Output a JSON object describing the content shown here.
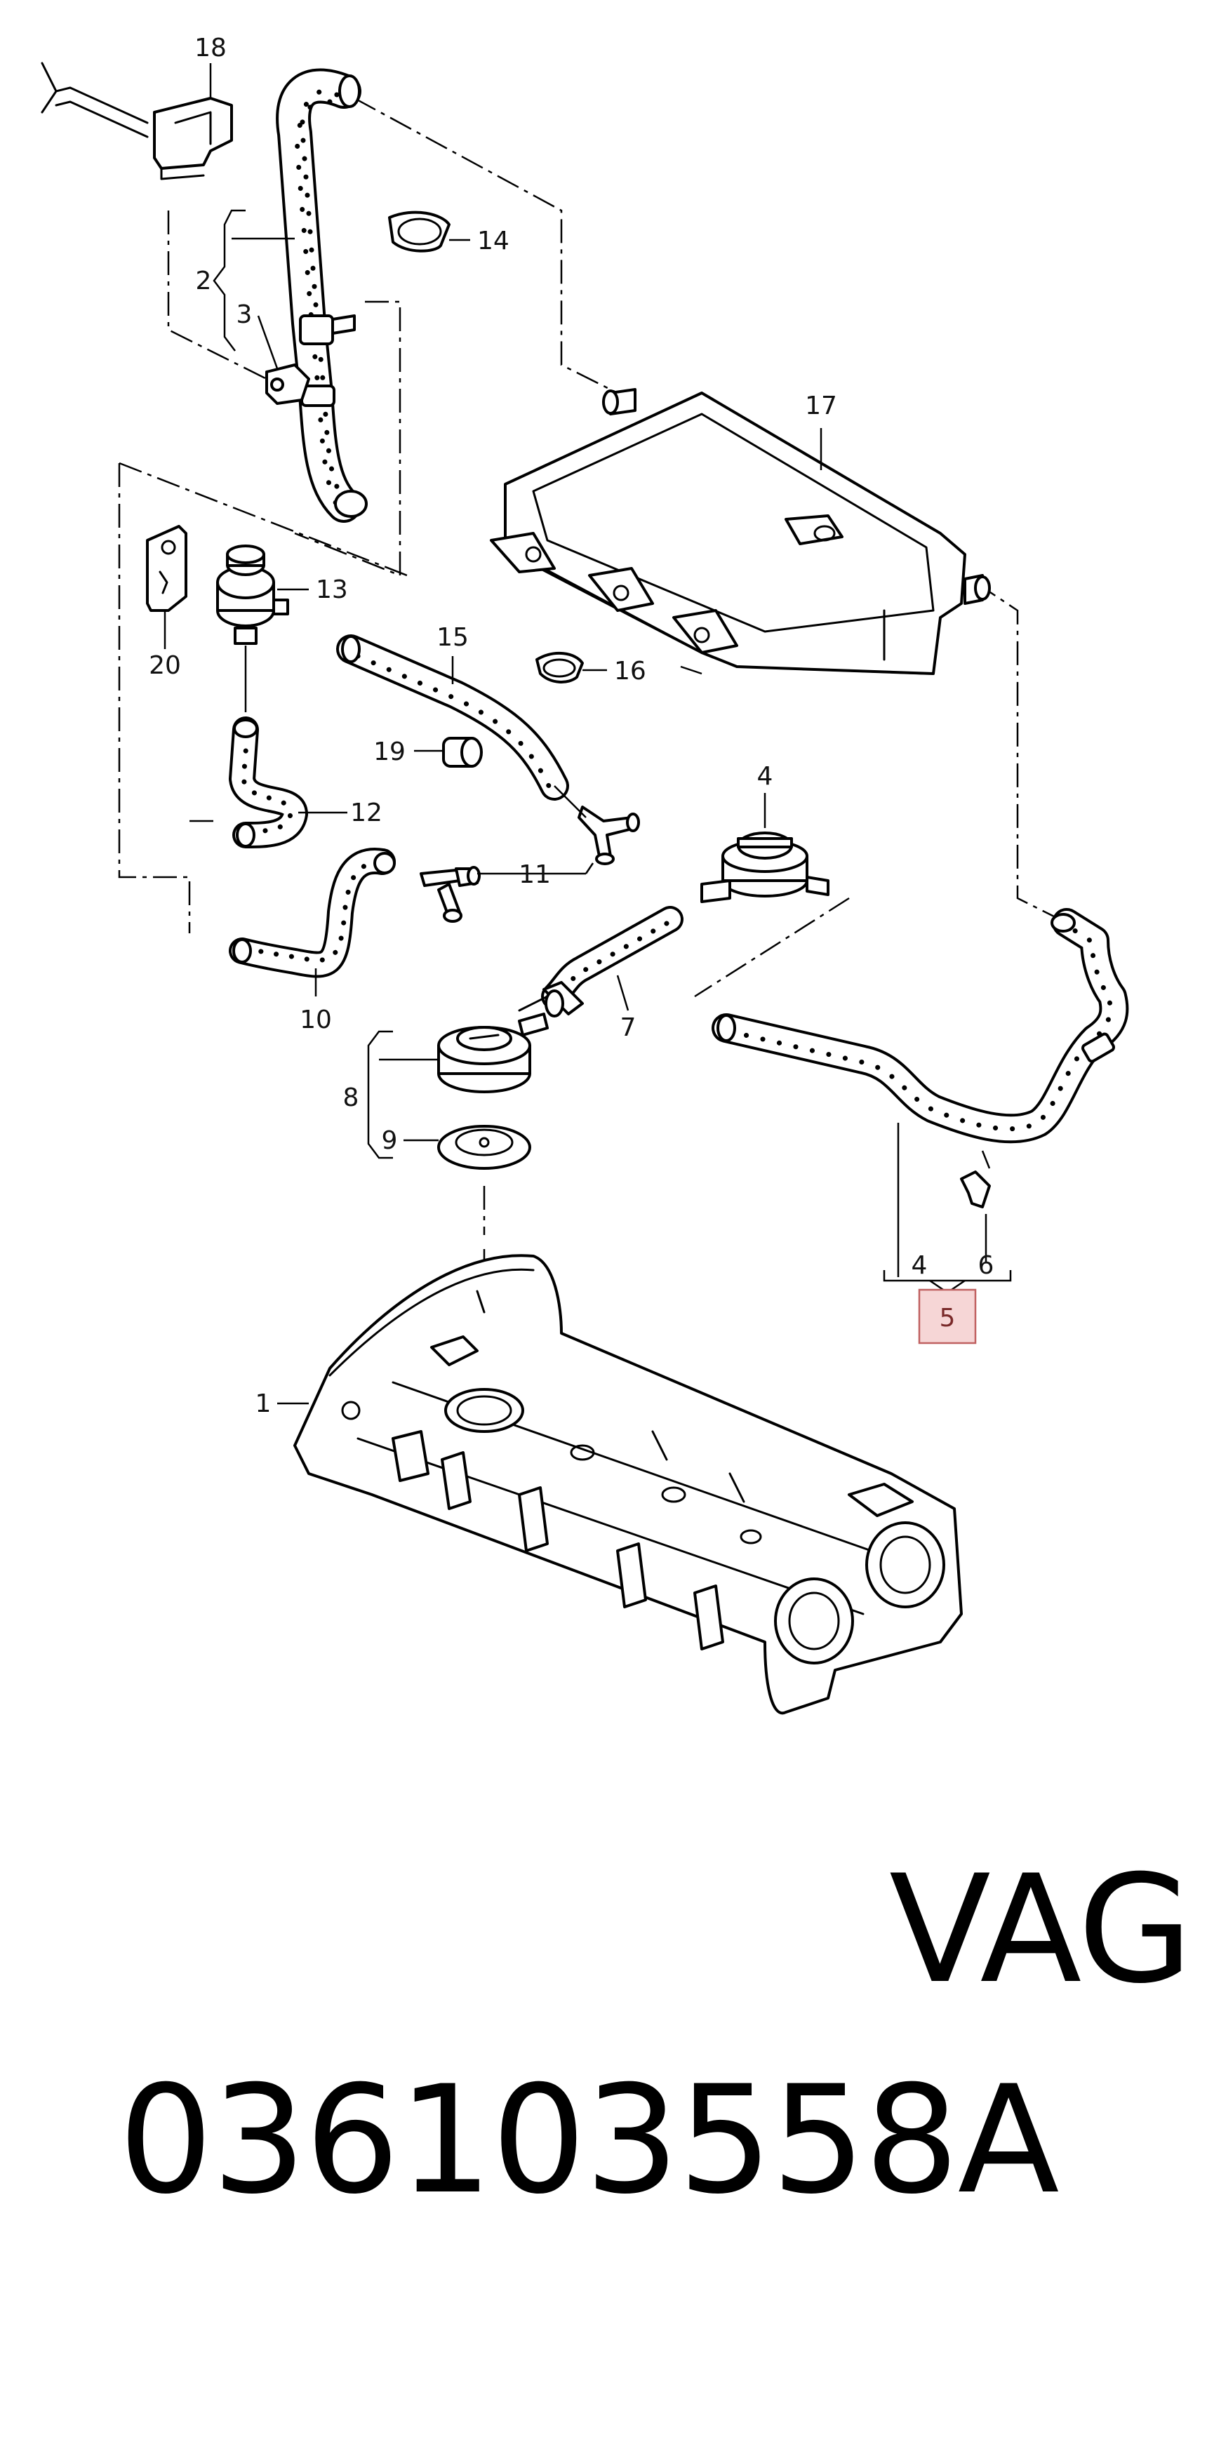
{
  "diagram": {
    "callouts": {
      "c1": "1",
      "c2": "2",
      "c3": "3",
      "c4": "4",
      "c7": "7",
      "c8": "8",
      "c9": "9",
      "c10": "10",
      "c11": "11",
      "c12": "12",
      "c13": "13",
      "c14": "14",
      "c15": "15",
      "c16": "16",
      "c17": "17",
      "c18": "18",
      "c19": "19",
      "c20": "20",
      "kit_a": "4",
      "kit_b": "6",
      "kit_ref": "5"
    },
    "highlight_color": "#f6d6d6",
    "highlight_border": "#c06060"
  },
  "caption": {
    "part_number": "036103558A",
    "brand": "VAG"
  }
}
